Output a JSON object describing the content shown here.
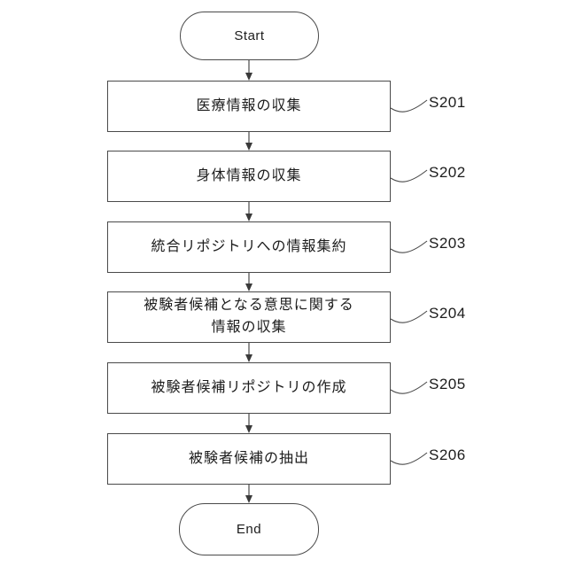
{
  "diagram": {
    "start_label": "Start",
    "end_label": "End",
    "steps": [
      {
        "text": "医療情報の収集",
        "id": "S201"
      },
      {
        "text": "身体情報の収集",
        "id": "S202"
      },
      {
        "text": "統合リポジトリへの情報集約",
        "id": "S203"
      },
      {
        "text": "被験者候補となる意思に関する\n情報の収集",
        "id": "S204"
      },
      {
        "text": "被験者候補リポジトリの作成",
        "id": "S205"
      },
      {
        "text": "被験者候補の抽出",
        "id": "S206"
      }
    ],
    "colors": {
      "line": "#4a4a4a",
      "text": "#1c1c1c",
      "background": "#ffffff"
    }
  }
}
